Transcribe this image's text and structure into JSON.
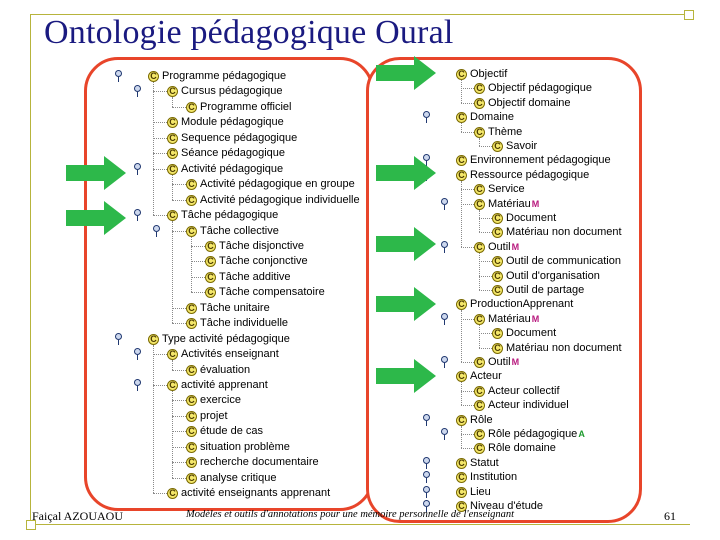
{
  "slide": {
    "title": "Ontologie pédagogique Oural",
    "footer_author": "Faiçal AZOUAOU",
    "footer_center": "Modèles et outils d'annotations pour une mémoire personnelle de l'enseignant",
    "page_number": "61"
  },
  "colors": {
    "title": "#1a1a80",
    "panel_border": "#e8452a",
    "arrow_fill": "#2db84a",
    "frame": "#b7b43c",
    "class_badge": "#f4e76a"
  },
  "badge_letter": "C",
  "left_tree": [
    {
      "label": "Programme pédagogique"
    },
    {
      "label": "Cursus pédagogique"
    },
    {
      "label": "Programme officiel"
    },
    {
      "label": "Module pédagogique"
    },
    {
      "label": "Sequence pédagogique"
    },
    {
      "label": "Séance pédagogique"
    },
    {
      "label": "Activité pédagogique"
    },
    {
      "label": "Activité pédagogique en groupe"
    },
    {
      "label": "Activité pédagogique individuelle"
    },
    {
      "label": "Tâche pédagogique"
    },
    {
      "label": "Tâche collective"
    },
    {
      "label": "Tâche disjonctive"
    },
    {
      "label": "Tâche conjonctive"
    },
    {
      "label": "Tâche additive"
    },
    {
      "label": "Tâche compensatoire"
    },
    {
      "label": "Tâche unitaire"
    },
    {
      "label": "Tâche individuelle"
    },
    {
      "label": "Type activité pédagogique"
    },
    {
      "label": "Activités enseignant"
    },
    {
      "label": "évaluation"
    },
    {
      "label": "activité apprenant"
    },
    {
      "label": "exercice"
    },
    {
      "label": "projet"
    },
    {
      "label": "étude de cas"
    },
    {
      "label": "situation problème"
    },
    {
      "label": "recherche documentaire"
    },
    {
      "label": "analyse critique"
    },
    {
      "label": "activité enseignants apprenant"
    }
  ],
  "right_tree": [
    {
      "label": "Objectif"
    },
    {
      "label": "Objectif pédagogique"
    },
    {
      "label": "Objectif domaine"
    },
    {
      "label": "Domaine"
    },
    {
      "label": "Thème"
    },
    {
      "label": "Savoir"
    },
    {
      "label": "Environnement pédagogique"
    },
    {
      "label": "Ressource pédagogique"
    },
    {
      "label": "Service"
    },
    {
      "label": "Matériau",
      "mark": "M"
    },
    {
      "label": "Document"
    },
    {
      "label": "Matériau non document"
    },
    {
      "label": "Outil",
      "mark": "M"
    },
    {
      "label": "Outil de communication"
    },
    {
      "label": "Outil d'organisation"
    },
    {
      "label": "Outil de partage"
    },
    {
      "label": "ProductionApprenant"
    },
    {
      "label": "Matériau",
      "mark": "M"
    },
    {
      "label": "Document"
    },
    {
      "label": "Matériau non document"
    },
    {
      "label": "Outil",
      "mark": "M"
    },
    {
      "label": "Acteur"
    },
    {
      "label": "Acteur collectif"
    },
    {
      "label": "Acteur individuel"
    },
    {
      "label": "Rôle"
    },
    {
      "label": "Rôle pédagogique",
      "mark": "A"
    },
    {
      "label": "Rôle domaine"
    },
    {
      "label": "Statut"
    },
    {
      "label": "Institution"
    },
    {
      "label": "Lieu"
    },
    {
      "label": "Niveau d'étude"
    }
  ]
}
